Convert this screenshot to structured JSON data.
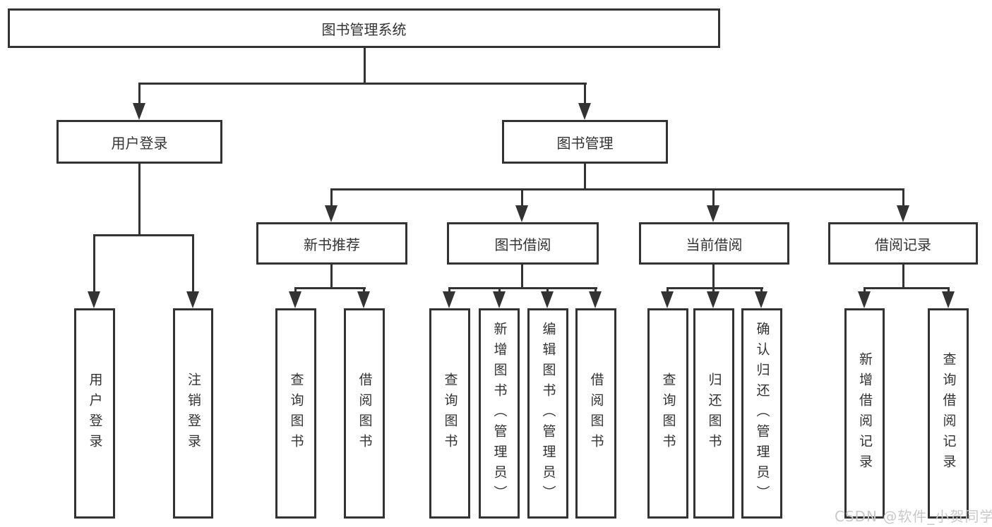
{
  "diagram": {
    "root": "图书管理系统",
    "level2": [
      "用户登录",
      "图书管理"
    ],
    "level3": [
      "新书推荐",
      "图书借阅",
      "当前借阅",
      "借阅记录"
    ],
    "leaves": {
      "user_login": [
        "用户登录",
        "注销登录"
      ],
      "new_book_recommend": [
        "查询图书",
        "借阅图书"
      ],
      "book_borrow": [
        "查询图书",
        "新增图书（管理员）",
        "编辑图书（管理员）",
        "借阅图书"
      ],
      "current_borrow": [
        "查询图书",
        "归还图书",
        "确认归还（管理员）"
      ],
      "borrow_records": [
        "新增借阅记录",
        "查询借阅记录"
      ]
    }
  },
  "watermark": "CSDN @软件_小贺同学",
  "colors": {
    "line": "#333333",
    "text": "#333333",
    "background": "#ffffff",
    "watermark": "#c9c9c9"
  }
}
